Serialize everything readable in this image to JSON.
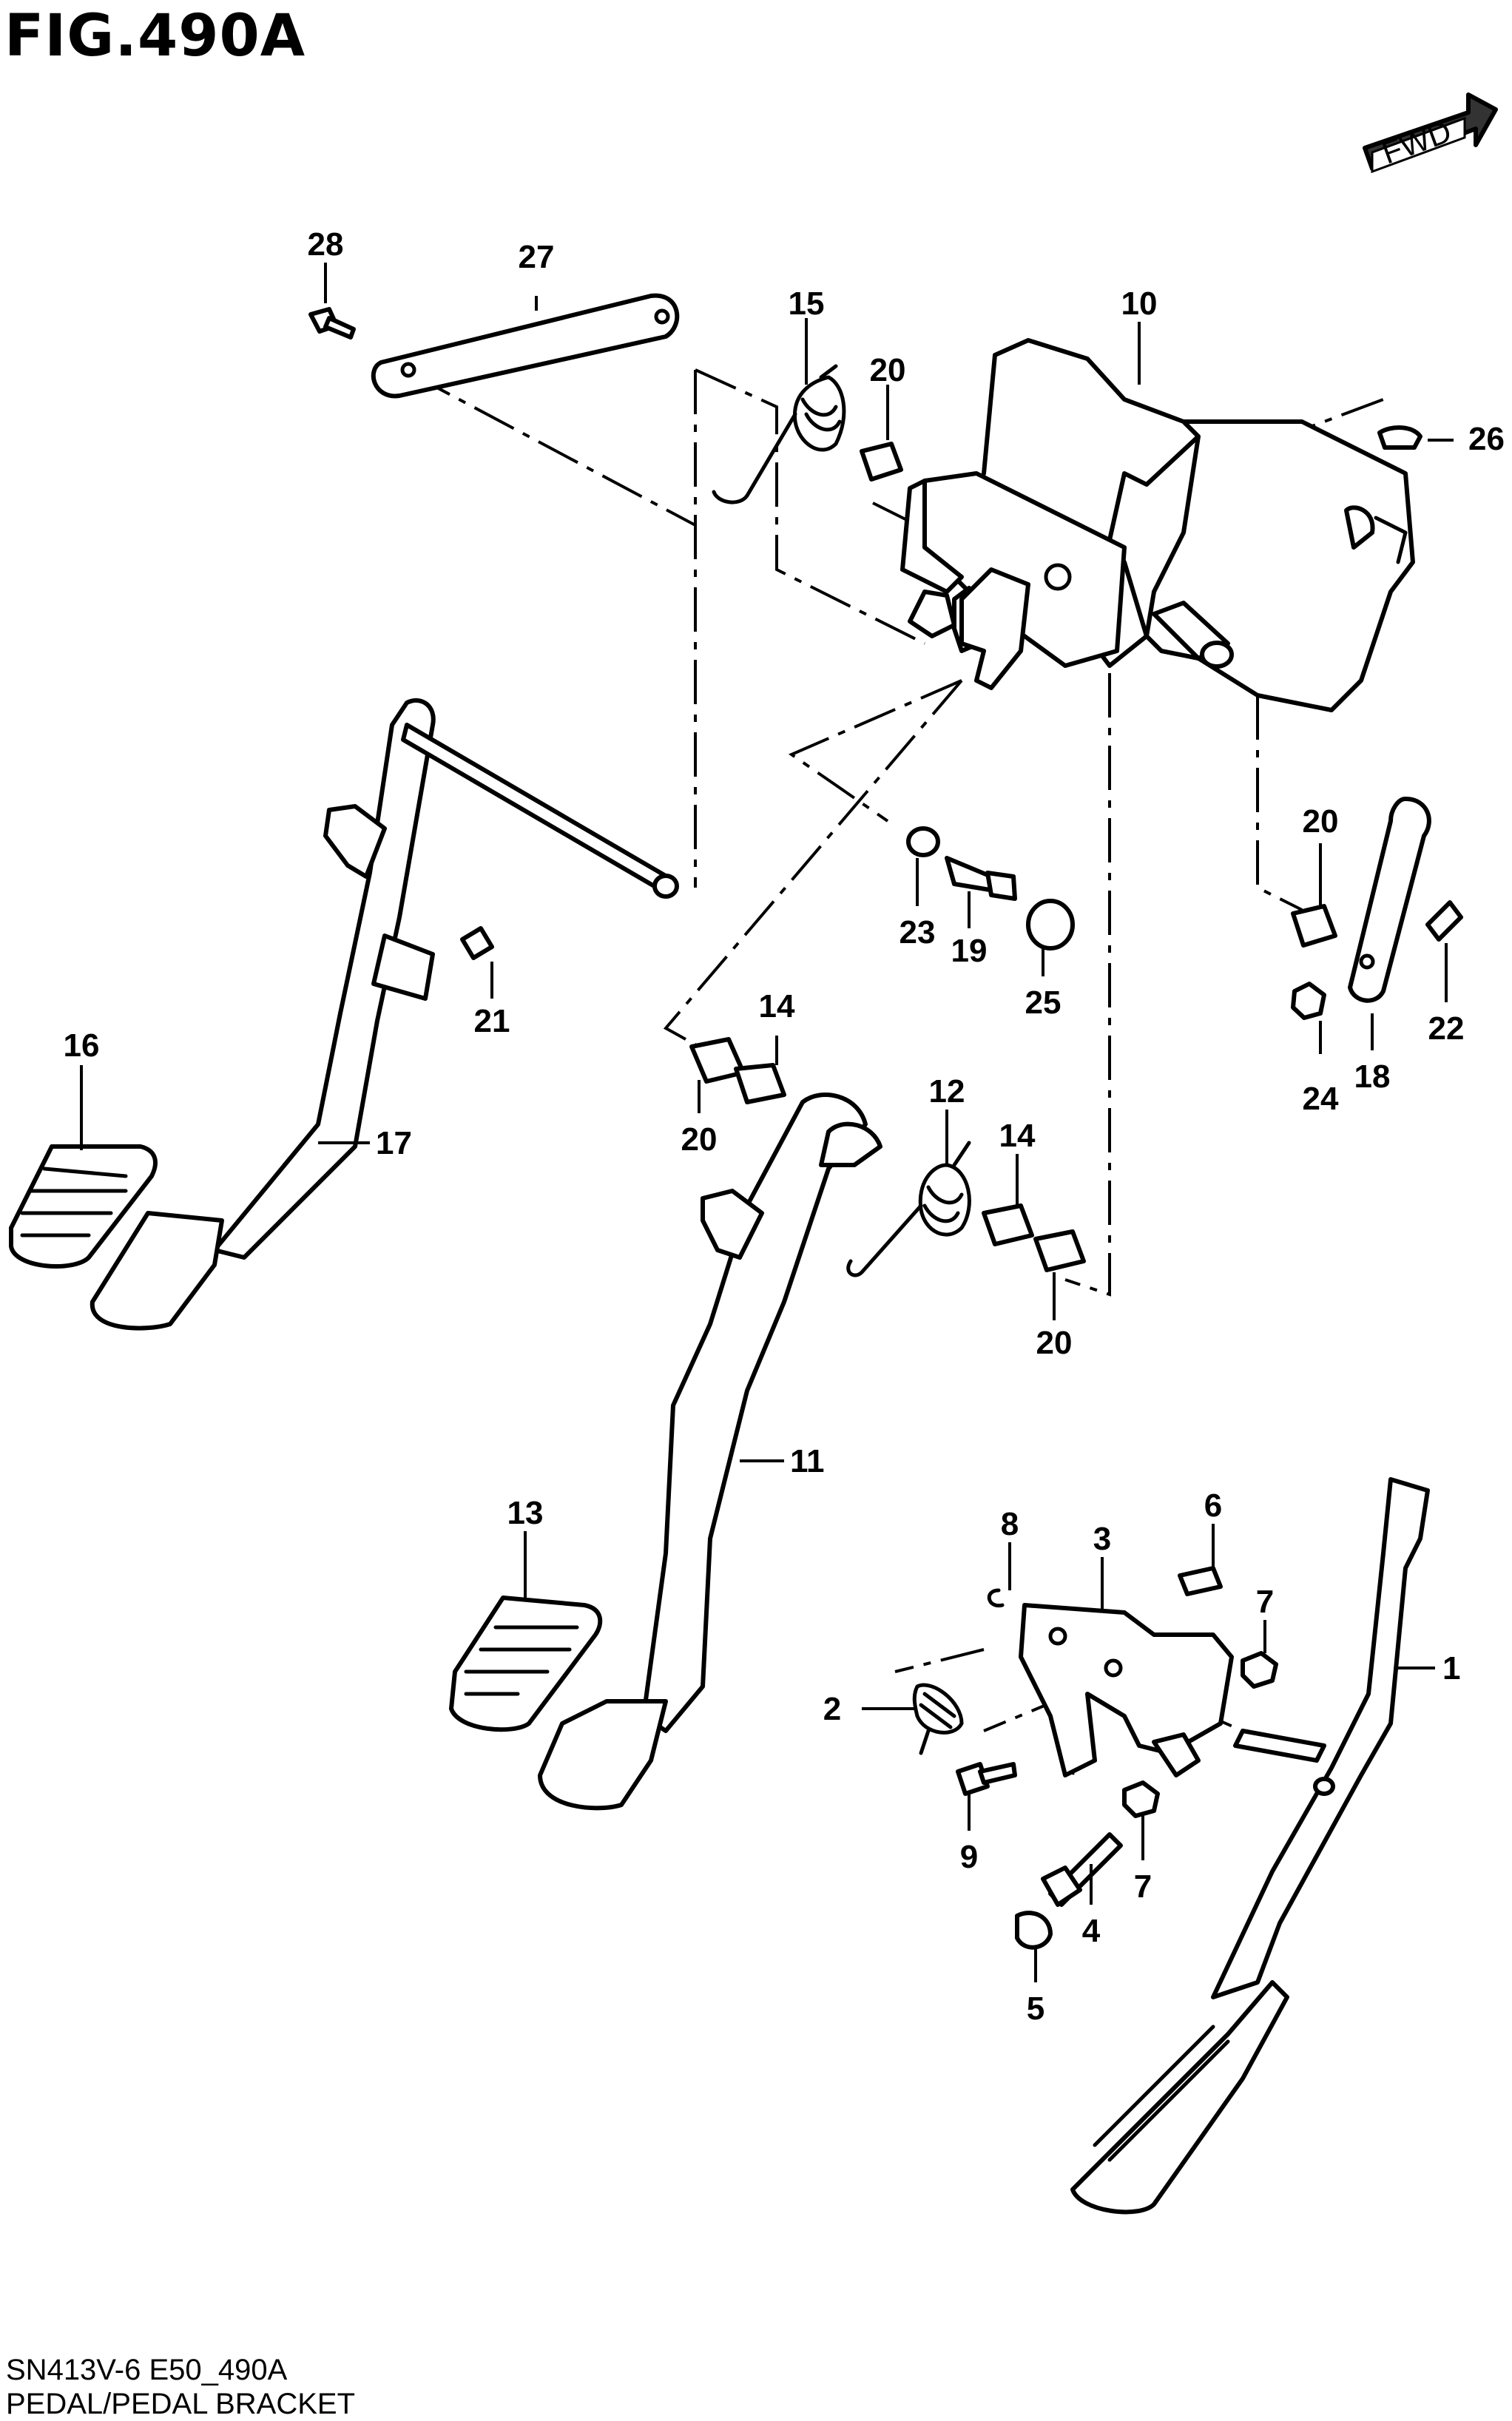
{
  "figure": {
    "title": "FIG.490A",
    "code": "SN413V-6 E50_490A",
    "caption": "PEDAL/PEDAL BRACKET"
  },
  "direction_badge": {
    "label": "FWD",
    "icon": "forward-arrow-icon"
  },
  "callouts": [
    {
      "id": "28",
      "label": "28"
    },
    {
      "id": "27",
      "label": "27"
    },
    {
      "id": "15",
      "label": "15"
    },
    {
      "id": "20a",
      "label": "20"
    },
    {
      "id": "10",
      "label": "10"
    },
    {
      "id": "26",
      "label": "26"
    },
    {
      "id": "20b",
      "label": "20"
    },
    {
      "id": "23",
      "label": "23"
    },
    {
      "id": "19",
      "label": "19"
    },
    {
      "id": "25",
      "label": "25"
    },
    {
      "id": "21",
      "label": "21"
    },
    {
      "id": "22",
      "label": "22"
    },
    {
      "id": "18",
      "label": "18"
    },
    {
      "id": "24",
      "label": "24"
    },
    {
      "id": "16",
      "label": "16"
    },
    {
      "id": "17",
      "label": "17"
    },
    {
      "id": "14a",
      "label": "14"
    },
    {
      "id": "20c",
      "label": "20"
    },
    {
      "id": "12",
      "label": "12"
    },
    {
      "id": "14b",
      "label": "14"
    },
    {
      "id": "20d",
      "label": "20"
    },
    {
      "id": "11",
      "label": "11"
    },
    {
      "id": "13",
      "label": "13"
    },
    {
      "id": "8",
      "label": "8"
    },
    {
      "id": "3",
      "label": "3"
    },
    {
      "id": "6",
      "label": "6"
    },
    {
      "id": "7a",
      "label": "7"
    },
    {
      "id": "1",
      "label": "1"
    },
    {
      "id": "2",
      "label": "2"
    },
    {
      "id": "9",
      "label": "9"
    },
    {
      "id": "7b",
      "label": "7"
    },
    {
      "id": "4",
      "label": "4"
    },
    {
      "id": "5",
      "label": "5"
    }
  ]
}
